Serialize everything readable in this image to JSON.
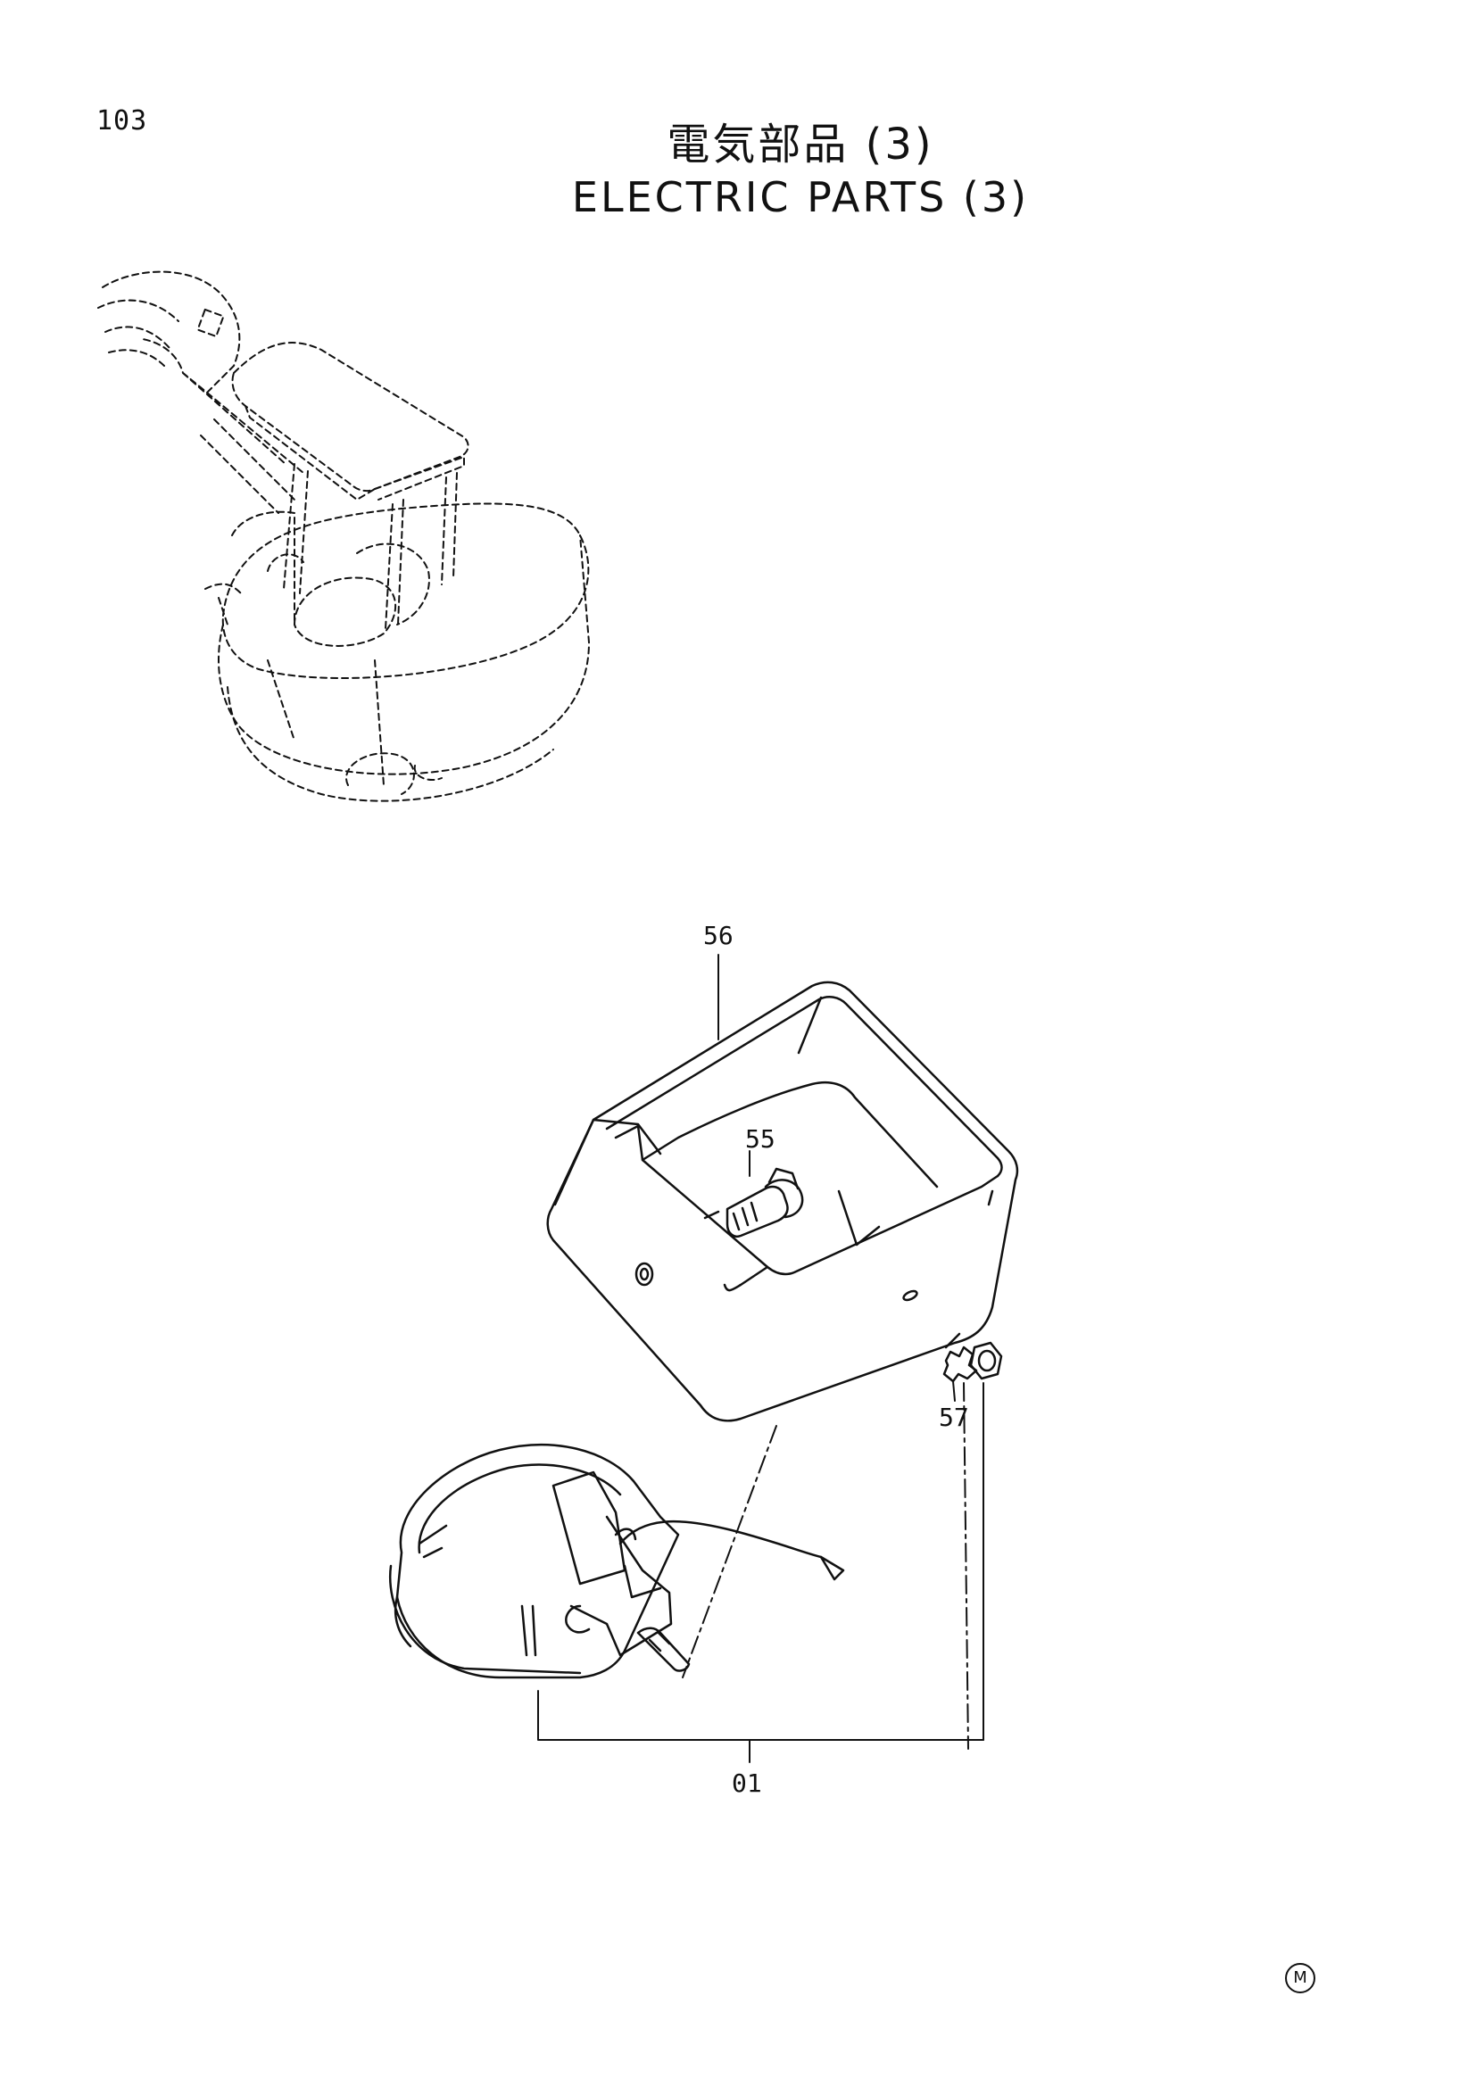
{
  "page": {
    "number": "103"
  },
  "title": {
    "jp": "電気部品 (3)",
    "en": "ELECTRIC  PARTS  (3)"
  },
  "callouts": [
    {
      "id": "56",
      "label": "56"
    },
    {
      "id": "55",
      "label": "55"
    },
    {
      "id": "57",
      "label": "57"
    },
    {
      "id": "01",
      "label": "01"
    }
  ],
  "footer": {
    "mark": "M"
  }
}
